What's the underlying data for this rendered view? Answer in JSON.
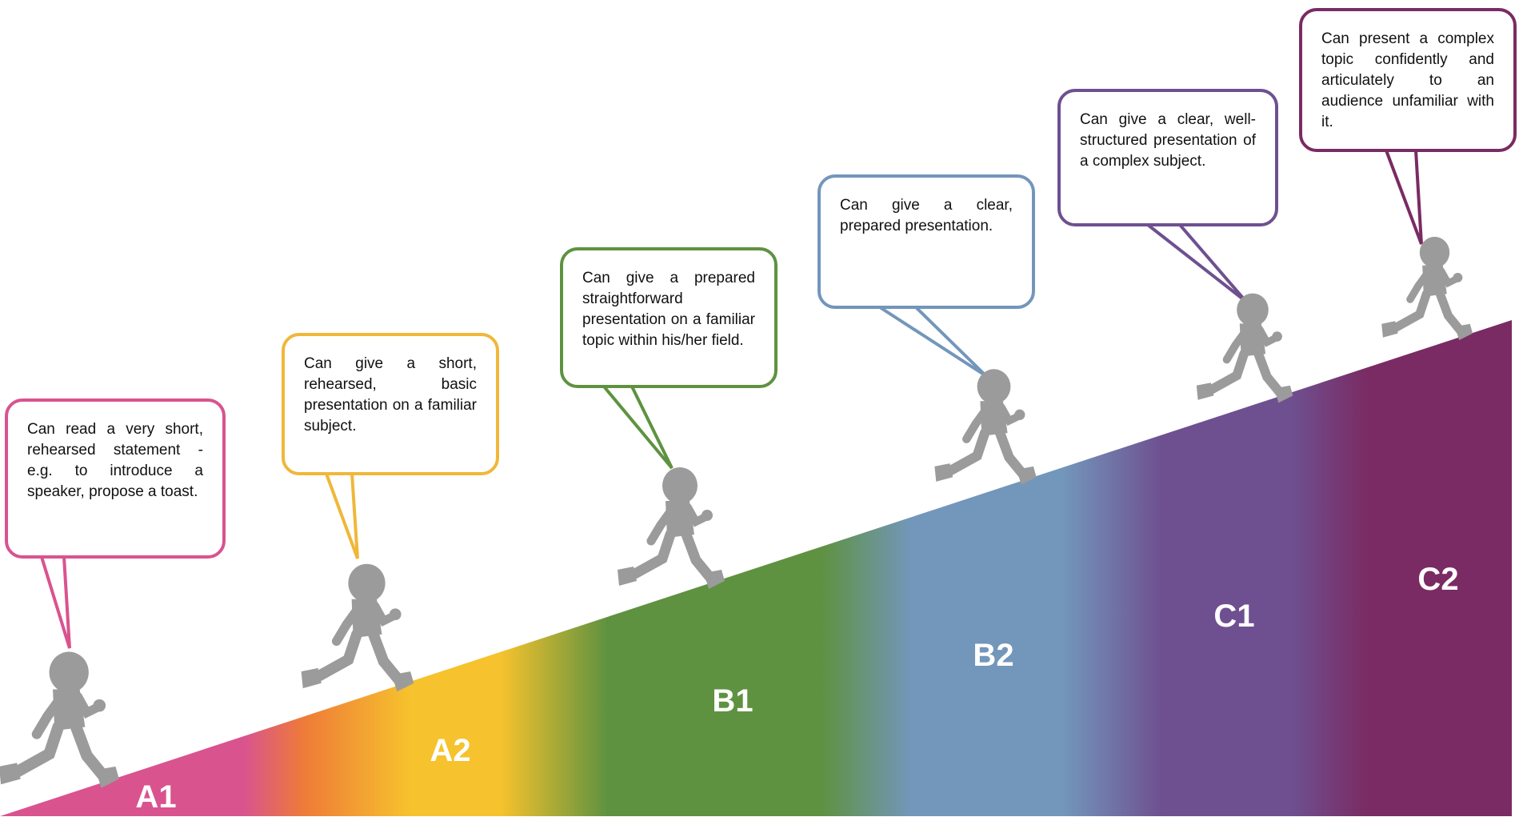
{
  "levels": [
    {
      "id": "A1",
      "label": "A1",
      "color": "#d9538f",
      "description": "Can read a very short, rehearsed statement - e.g. to introduce a speaker, propose a toast."
    },
    {
      "id": "A2",
      "label": "A2",
      "color": "#f0b73a",
      "description": "Can give a short, rehearsed, basic presentation on a familiar subject."
    },
    {
      "id": "B1",
      "label": "B1",
      "color": "#5e9240",
      "description": "Can give a prepared straightforward presentation on a familiar topic within his/her field."
    },
    {
      "id": "B2",
      "label": "B2",
      "color": "#7396bb",
      "description": "Can give a clear, prepared presentation."
    },
    {
      "id": "C1",
      "label": "C1",
      "color": "#6e5090",
      "description": "Can give a clear, well-structured presentation of a complex subject."
    },
    {
      "id": "C2",
      "label": "C2",
      "color": "#7a2b63",
      "description": "Can present a complex topic confidently and articulately to an audience unfamiliar with it."
    }
  ],
  "figure_color": "#9b9b9b",
  "gradient_colors": [
    "#d9538f",
    "#ee7b38",
    "#f6c22d",
    "#5e9240",
    "#7396bb",
    "#6e5090",
    "#7a2b63"
  ]
}
